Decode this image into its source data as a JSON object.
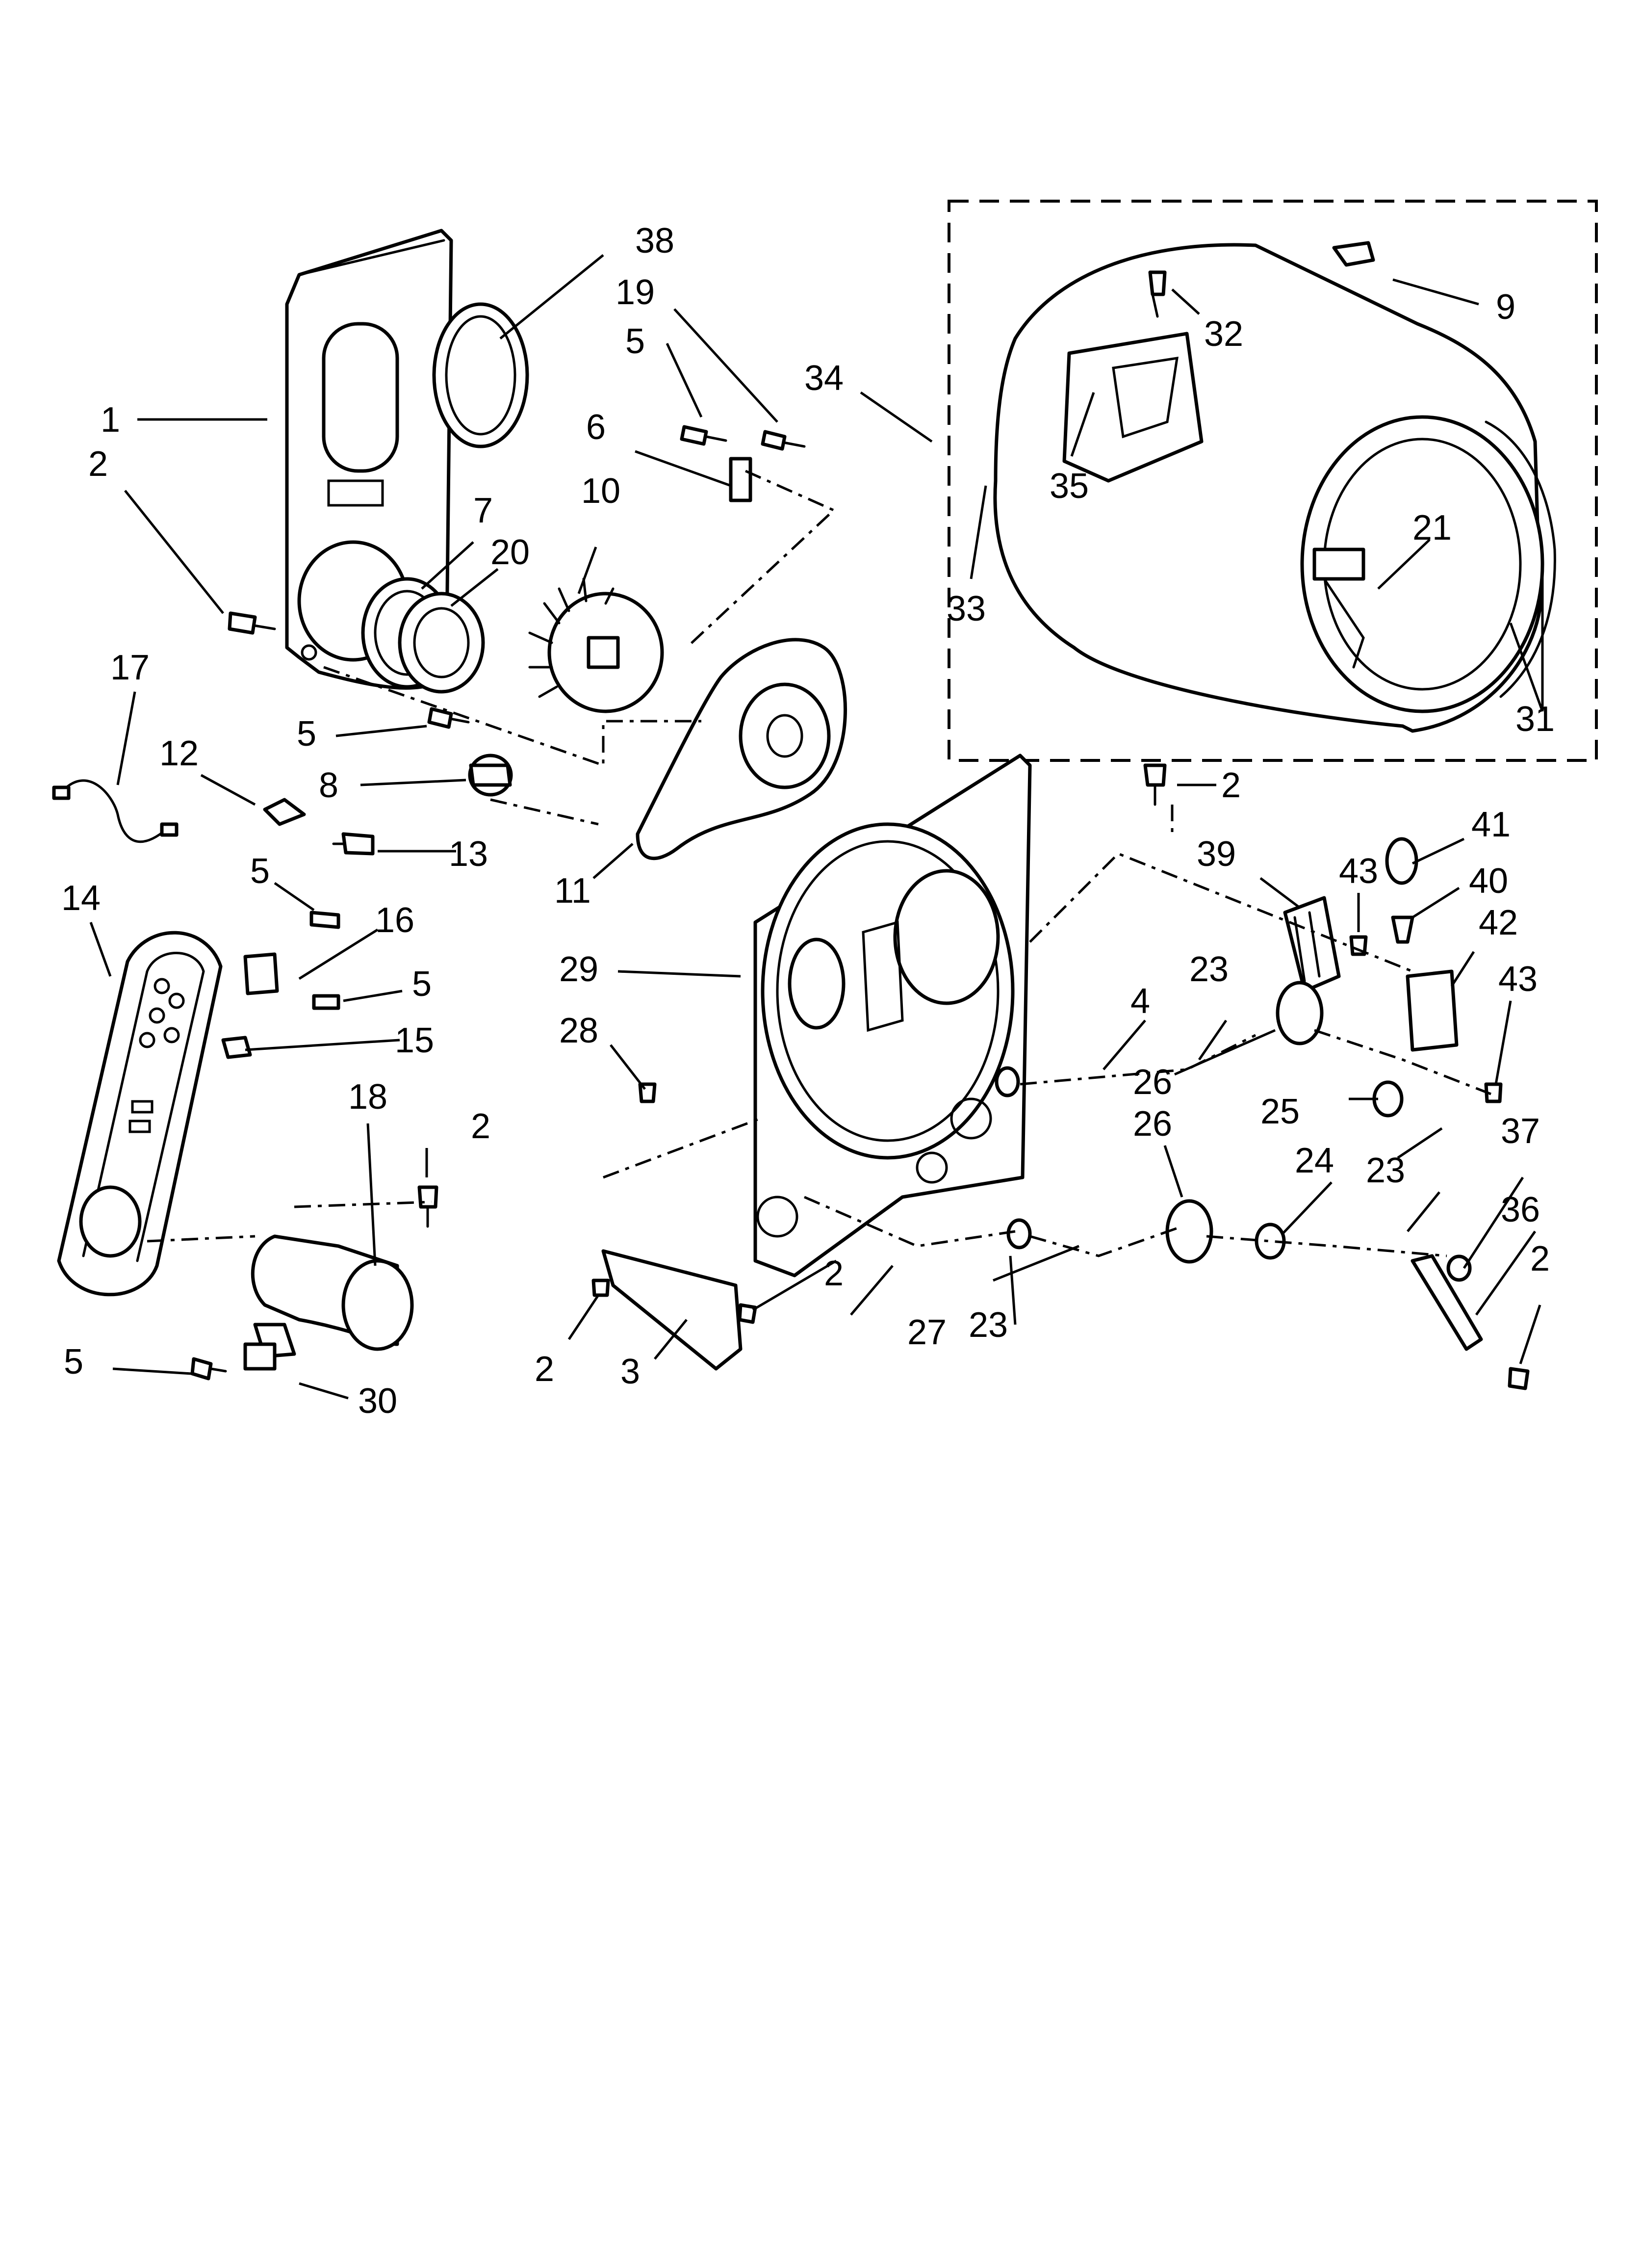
{
  "callouts": [
    {
      "id": "c38a",
      "text": "38"
    },
    {
      "id": "c19a",
      "text": "19"
    },
    {
      "id": "c5a",
      "text": "5"
    },
    {
      "id": "c34",
      "text": "34"
    },
    {
      "id": "c9",
      "text": "9"
    },
    {
      "id": "c32",
      "text": "32"
    },
    {
      "id": "c1",
      "text": "1"
    },
    {
      "id": "c2a",
      "text": "2"
    },
    {
      "id": "c6",
      "text": "6"
    },
    {
      "id": "c10",
      "text": "10"
    },
    {
      "id": "c7",
      "text": "7"
    },
    {
      "id": "c20",
      "text": "20"
    },
    {
      "id": "c35",
      "text": "35"
    },
    {
      "id": "c33",
      "text": "33"
    },
    {
      "id": "c21",
      "text": "21"
    },
    {
      "id": "c31",
      "text": "31"
    },
    {
      "id": "c17",
      "text": "17"
    },
    {
      "id": "c12",
      "text": "12"
    },
    {
      "id": "c5b",
      "text": "5"
    },
    {
      "id": "c8",
      "text": "8"
    },
    {
      "id": "c13",
      "text": "13"
    },
    {
      "id": "c11",
      "text": "11"
    },
    {
      "id": "c2b",
      "text": "2"
    },
    {
      "id": "c14",
      "text": "14"
    },
    {
      "id": "c5c",
      "text": "5"
    },
    {
      "id": "c16",
      "text": "16"
    },
    {
      "id": "c5d",
      "text": "5"
    },
    {
      "id": "c15",
      "text": "15"
    },
    {
      "id": "c39",
      "text": "39"
    },
    {
      "id": "c43a",
      "text": "43"
    },
    {
      "id": "c41",
      "text": "41"
    },
    {
      "id": "c40",
      "text": "40"
    },
    {
      "id": "c42",
      "text": "42"
    },
    {
      "id": "c29",
      "text": "29"
    },
    {
      "id": "c28",
      "text": "28"
    },
    {
      "id": "c4",
      "text": "4"
    },
    {
      "id": "c23a",
      "text": "23"
    },
    {
      "id": "c43b",
      "text": "43"
    },
    {
      "id": "c26a",
      "text": "26"
    },
    {
      "id": "c25",
      "text": "25"
    },
    {
      "id": "c18",
      "text": "18"
    },
    {
      "id": "c2c",
      "text": "2"
    },
    {
      "id": "c26b",
      "text": "26"
    },
    {
      "id": "c24",
      "text": "24"
    },
    {
      "id": "c23b",
      "text": "23"
    },
    {
      "id": "c37",
      "text": "37"
    },
    {
      "id": "c36",
      "text": "36"
    },
    {
      "id": "c2d",
      "text": "2"
    },
    {
      "id": "c2e",
      "text": "2"
    },
    {
      "id": "c27",
      "text": "27"
    },
    {
      "id": "c23c",
      "text": "23"
    },
    {
      "id": "c2f",
      "text": "2"
    },
    {
      "id": "c3",
      "text": "3"
    },
    {
      "id": "c5e",
      "text": "5"
    },
    {
      "id": "c30",
      "text": "30"
    }
  ],
  "parts": [
    "rear-panel-icon",
    "rear-gasket-icon",
    "screw-icon",
    "clip-icon",
    "blower-wheel-icon",
    "blower-housing-icon",
    "drum-icon",
    "thermostat-icon",
    "harness-icon",
    "heater-duct-icon",
    "burner-tube-icon",
    "igniter-icon",
    "bulkhead-icon",
    "idler-assembly-icon",
    "terminal-block-icon",
    "drum-roller-icon",
    "axle-icon",
    "bracket-icon"
  ]
}
